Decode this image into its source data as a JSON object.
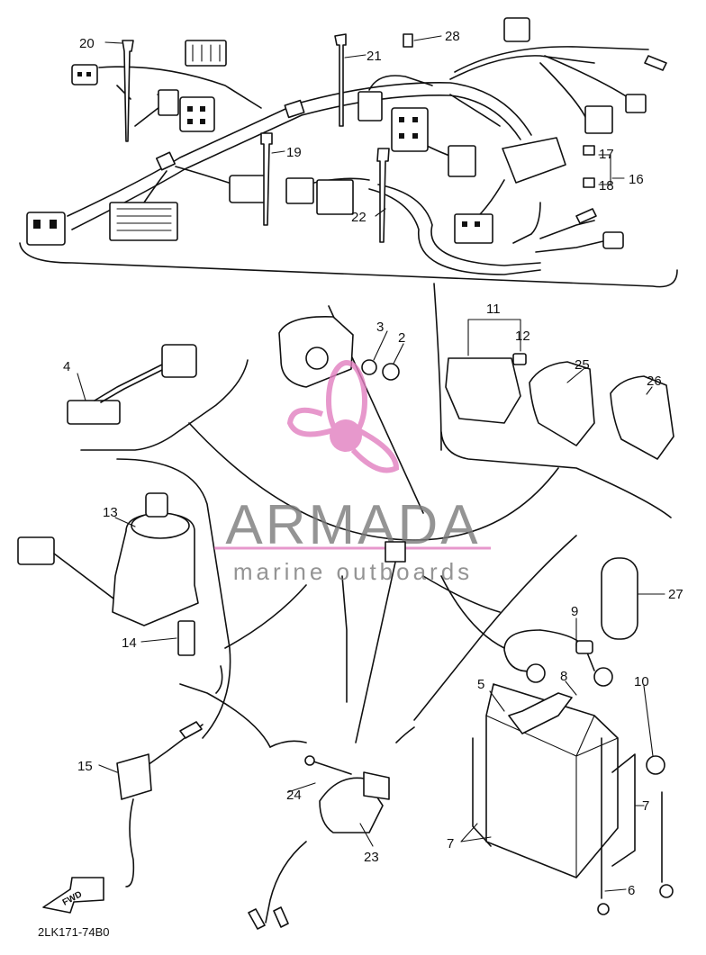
{
  "watermark": {
    "brand": "ARMADA",
    "tagline": "marine outboards",
    "accent_color": "#e27fc0",
    "logo_icon": "propeller-icon"
  },
  "drawing_code": "2LK171-74B0",
  "fwd_arrow": "FWD",
  "callouts": {
    "p2": "2",
    "p3": "3",
    "p4": "4",
    "p5": "5",
    "p6": "6",
    "p7a": "7",
    "p7b": "7",
    "p8": "8",
    "p9": "9",
    "p10": "10",
    "p11": "11",
    "p12": "12",
    "p13": "13",
    "p14": "14",
    "p15": "15",
    "p16": "16",
    "p17": "17",
    "p18": "18",
    "p19": "19",
    "p20": "20",
    "p21": "21",
    "p22": "22",
    "p23": "23",
    "p24": "24",
    "p25": "25",
    "p26": "26",
    "p27": "27",
    "p28": "28"
  }
}
